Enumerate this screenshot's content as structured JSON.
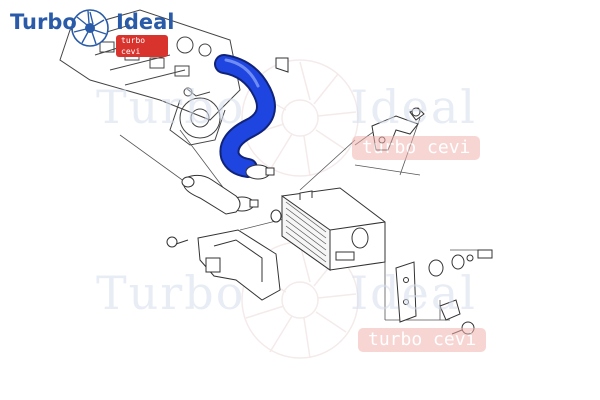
{
  "brand": {
    "word1": "Turbo",
    "word2": "Ideal",
    "tagline": "turbo cevi",
    "primary_color": "#2a5ba8",
    "badge_color": "#d9332e"
  },
  "watermark": {
    "word1": "Turbo",
    "word2": "Ideal",
    "tagline": "turbo cevi"
  },
  "highlight_color": "#1f45e0",
  "line_color": "#444444"
}
